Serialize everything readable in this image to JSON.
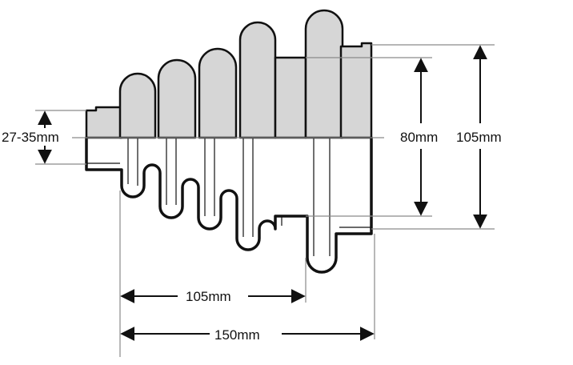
{
  "labels": {
    "diameter_small": "27-35mm",
    "diameter_inner": "80mm",
    "diameter_outer": "105mm",
    "length_inner": "105mm",
    "length_total": "150mm"
  },
  "colors": {
    "boot_fill": "#d6d6d6",
    "outline": "#111111",
    "dimension_line": "#8a8a8a"
  }
}
